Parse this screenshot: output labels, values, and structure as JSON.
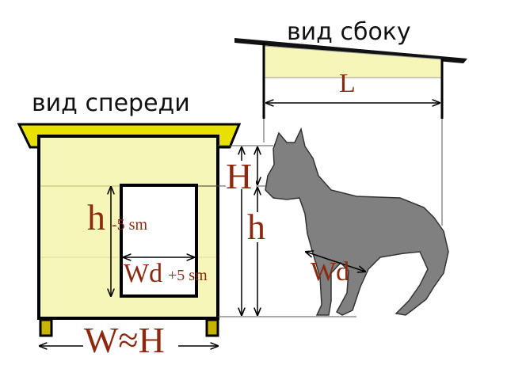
{
  "titles": {
    "side_view": "вид сбоку",
    "front_view": "вид спереди"
  },
  "labels": {
    "L": "L",
    "H_front": "H",
    "h_front": "h",
    "h_door": "h",
    "h_door_suffix": "-5 sm",
    "wd_door": "Wd",
    "wd_door_suffix": "+5 sm",
    "wd_dog": "Wd",
    "w_eq_h": "W≈H"
  },
  "colors": {
    "wall": "#f6f6b8",
    "roof": "#e8e000",
    "legs": "#c8b400",
    "text": "#8b2a10",
    "dog": "#808080"
  }
}
